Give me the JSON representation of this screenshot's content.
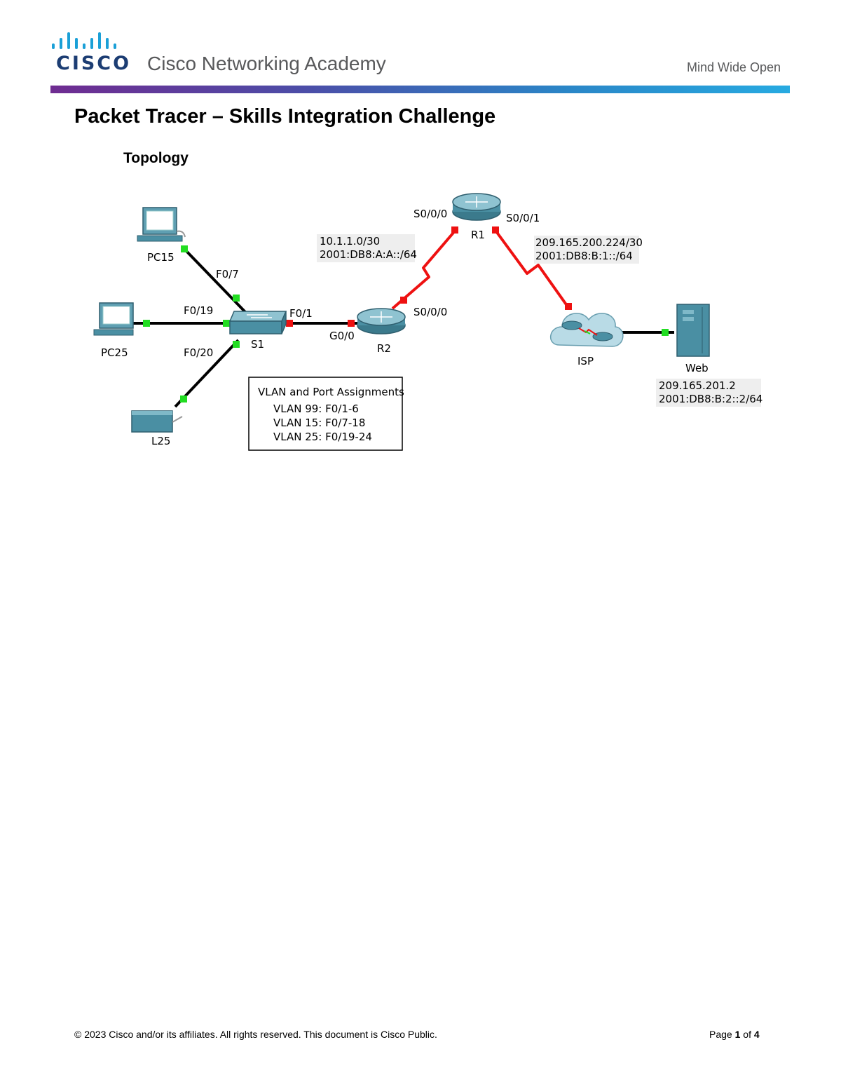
{
  "header": {
    "logo_wordmark": "CISCO",
    "logo_text": "Cisco Networking Academy",
    "tagline": "Mind Wide Open"
  },
  "document": {
    "title": "Packet Tracer – Skills Integration Challenge",
    "section_heading": "Topology"
  },
  "topology": {
    "devices": {
      "pc15": "PC15",
      "pc25": "PC25",
      "l25": "L25",
      "s1": "S1",
      "r2": "R2",
      "r1": "R1",
      "isp": "ISP",
      "web": "Web"
    },
    "ports": {
      "s1_f07": "F0/7",
      "s1_f019": "F0/19",
      "s1_f020": "F0/20",
      "s1_f01": "F0/1",
      "r2_g00": "G0/0",
      "r2_s000": "S0/0/0",
      "r1_s000": "S0/0/0",
      "r1_s001": "S0/0/1"
    },
    "networks": {
      "r1_r2_ipv4": "10.1.1.0/30",
      "r1_r2_ipv6": "2001:DB8:A:A::/64",
      "r1_isp_ipv4": "209.165.200.224/30",
      "r1_isp_ipv6": "2001:DB8:B:1::/64",
      "web_ipv4": "209.165.201.2",
      "web_ipv6": "2001:DB8:B:2::2/64"
    },
    "vlan_box": {
      "title": "VLAN and Port Assignments",
      "lines": [
        "VLAN 99: F0/1-6",
        "VLAN 15: F0/7-18",
        "VLAN 25: F0/19-24"
      ]
    },
    "colors": {
      "link_up": "#22dd22",
      "link_down": "#ee1111",
      "serial": "#ee1111",
      "ethernet": "#000000",
      "device": "#4a8fa3"
    }
  },
  "footer": {
    "copyright": "© 2023 Cisco and/or its affiliates. All rights reserved. This document is Cisco Public.",
    "page_prefix": "Page ",
    "page_current": "1",
    "page_middle": " of ",
    "page_total": "4"
  }
}
